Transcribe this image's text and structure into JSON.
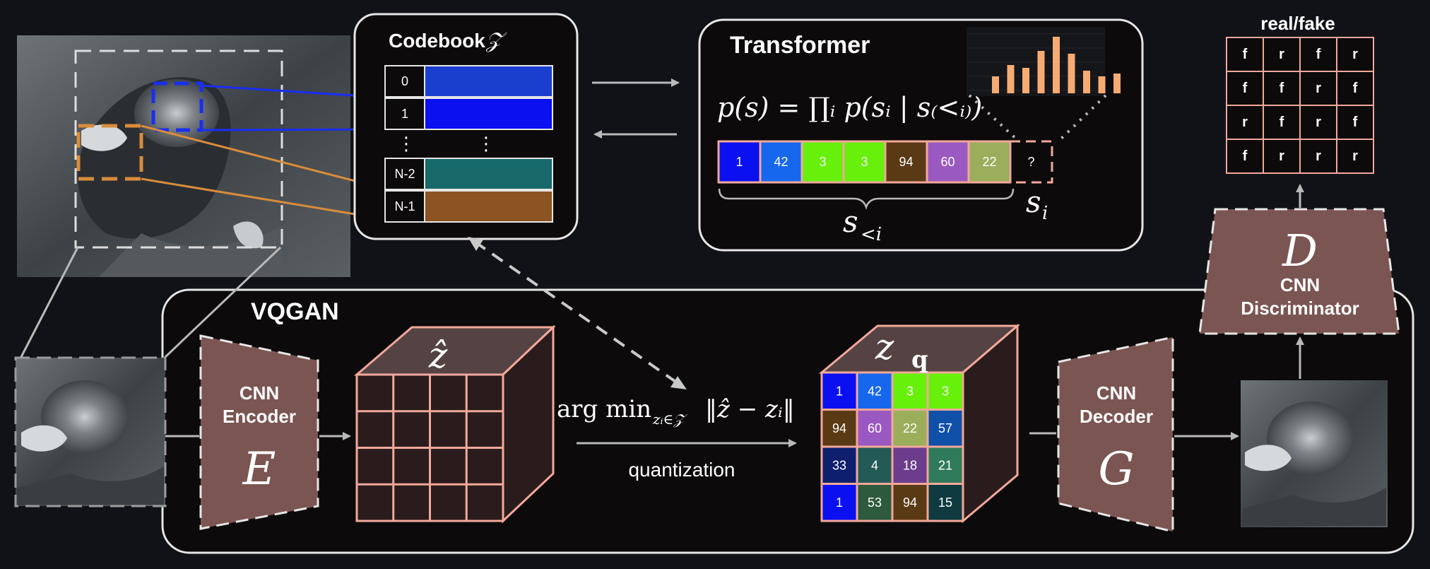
{
  "codebook": {
    "title": "Codebook",
    "symbol": "𝒵",
    "entries": [
      {
        "index": "0",
        "color": "#1a3fcf"
      },
      {
        "index": "1",
        "color": "#0a10f0"
      },
      {
        "index": "N-2",
        "color": "#17696a"
      },
      {
        "index": "N-1",
        "color": "#8c5422"
      }
    ]
  },
  "transformer": {
    "title": "Transformer",
    "formula": "p(s) = ∏ᵢ p(sᵢ | s₍<ᵢ₎)",
    "tokens": [
      {
        "value": "1",
        "color": "#0a10f0"
      },
      {
        "value": "42",
        "color": "#1667ee"
      },
      {
        "value": "3",
        "color": "#66f00a"
      },
      {
        "value": "3",
        "color": "#66f00a"
      },
      {
        "value": "94",
        "color": "#5a3a14"
      },
      {
        "value": "60",
        "color": "#9a59c0"
      },
      {
        "value": "22",
        "color": "#9aae5c"
      }
    ],
    "next_token": "?",
    "prefix_label": "s",
    "prefix_subscript": "<i",
    "next_label": "s",
    "next_subscript": "i",
    "histogram": [
      0.3,
      0.5,
      0.45,
      0.75,
      1.0,
      0.7,
      0.4,
      0.3,
      0.35
    ]
  },
  "vqgan": {
    "title": "VQGAN",
    "encoder": {
      "line1": "CNN",
      "line2": "Encoder",
      "symbol": "E"
    },
    "decoder": {
      "line1": "CNN",
      "line2": "Decoder",
      "symbol": "G"
    },
    "z_hat": "ẑ",
    "z_q": "z",
    "z_q_sub": "q",
    "argmin": "arg min",
    "argmin_sub": "zᵢ∈𝒵",
    "argmin_tail": "‖ẑ − zᵢ‖",
    "quantization": "quantization",
    "zq_grid": [
      [
        {
          "v": "1",
          "c": "#0a10f0"
        },
        {
          "v": "42",
          "c": "#1667ee"
        },
        {
          "v": "3",
          "c": "#66f00a"
        },
        {
          "v": "3",
          "c": "#66f00a"
        }
      ],
      [
        {
          "v": "94",
          "c": "#5a3a14"
        },
        {
          "v": "60",
          "c": "#9a59c0"
        },
        {
          "v": "22",
          "c": "#9aae5c"
        },
        {
          "v": "57",
          "c": "#1050a8"
        }
      ],
      [
        {
          "v": "33",
          "c": "#0e1f6e"
        },
        {
          "v": "4",
          "c": "#245a55"
        },
        {
          "v": "18",
          "c": "#6b3d8c"
        },
        {
          "v": "21",
          "c": "#2f7a5a"
        }
      ],
      [
        {
          "v": "1",
          "c": "#0a10f0"
        },
        {
          "v": "53",
          "c": "#2d5a3d"
        },
        {
          "v": "94",
          "c": "#5a3a14"
        },
        {
          "v": "15",
          "c": "#0f3a40"
        }
      ]
    ]
  },
  "discriminator": {
    "symbol": "D",
    "line1": "CNN",
    "line2": "Discriminator"
  },
  "realfake": {
    "title": "real/fake",
    "grid": [
      [
        "f",
        "r",
        "f",
        "r"
      ],
      [
        "f",
        "f",
        "r",
        "f"
      ],
      [
        "r",
        "f",
        "r",
        "f"
      ],
      [
        "f",
        "r",
        "r",
        "r"
      ]
    ]
  },
  "colors": {
    "background": "#111217",
    "panel_stroke": "#e6e6e6",
    "brown": "#7b5552",
    "pink": "#f2a89a",
    "orange": "#d98c3a",
    "blue": "#1a2ef0"
  }
}
